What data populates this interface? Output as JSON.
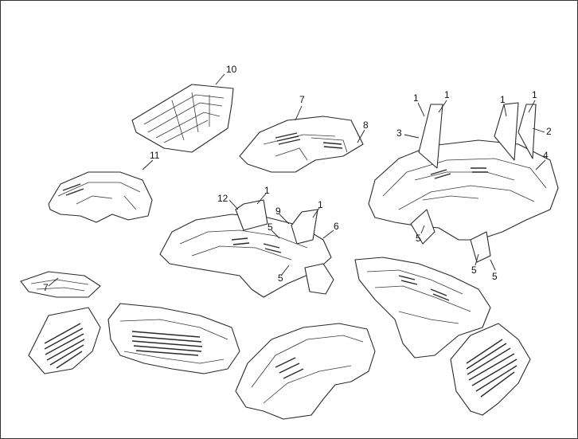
{
  "diagram": {
    "callouts": [
      {
        "id": "c1",
        "text": "10"
      },
      {
        "id": "c2",
        "text": "7"
      },
      {
        "id": "c3",
        "text": "8"
      },
      {
        "id": "c4",
        "text": "11"
      },
      {
        "id": "c5",
        "text": "1"
      },
      {
        "id": "c6",
        "text": "1"
      },
      {
        "id": "c7",
        "text": "1"
      },
      {
        "id": "c8",
        "text": "1"
      },
      {
        "id": "c9",
        "text": "3"
      },
      {
        "id": "c10",
        "text": "2"
      },
      {
        "id": "c11",
        "text": "4"
      },
      {
        "id": "c12",
        "text": "12"
      },
      {
        "id": "c13",
        "text": "1"
      },
      {
        "id": "c14",
        "text": "9"
      },
      {
        "id": "c15",
        "text": "1"
      },
      {
        "id": "c16",
        "text": "5"
      },
      {
        "id": "c17",
        "text": "6"
      },
      {
        "id": "c18",
        "text": "5"
      },
      {
        "id": "c19",
        "text": "5"
      },
      {
        "id": "c20",
        "text": "5"
      },
      {
        "id": "c21",
        "text": "5"
      },
      {
        "id": "c22",
        "text": "7"
      }
    ]
  }
}
